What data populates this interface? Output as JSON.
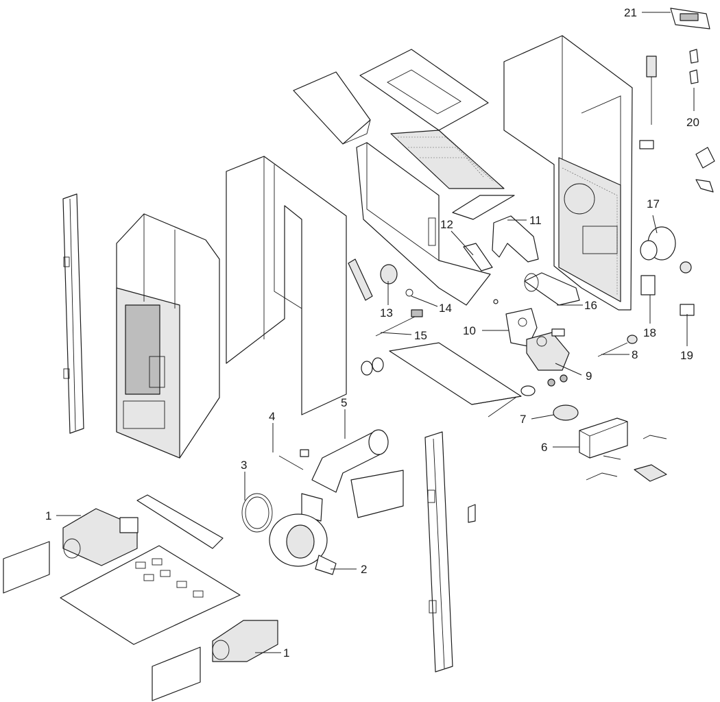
{
  "callouts": [
    {
      "id": "c1a",
      "text": "1"
    },
    {
      "id": "c1b",
      "text": "1"
    },
    {
      "id": "c2",
      "text": "2"
    },
    {
      "id": "c3",
      "text": "3"
    },
    {
      "id": "c4",
      "text": "4"
    },
    {
      "id": "c5",
      "text": "5"
    },
    {
      "id": "c6",
      "text": "6"
    },
    {
      "id": "c7",
      "text": "7"
    },
    {
      "id": "c8",
      "text": "8"
    },
    {
      "id": "c9",
      "text": "9"
    },
    {
      "id": "c10",
      "text": "10"
    },
    {
      "id": "c11",
      "text": "11"
    },
    {
      "id": "c12",
      "text": "12"
    },
    {
      "id": "c13",
      "text": "13"
    },
    {
      "id": "c14",
      "text": "14"
    },
    {
      "id": "c15",
      "text": "15"
    },
    {
      "id": "c16",
      "text": "16"
    },
    {
      "id": "c17",
      "text": "17"
    },
    {
      "id": "c18",
      "text": "18"
    },
    {
      "id": "c19",
      "text": "19"
    },
    {
      "id": "c20",
      "text": "20"
    },
    {
      "id": "c21",
      "text": "21"
    }
  ]
}
